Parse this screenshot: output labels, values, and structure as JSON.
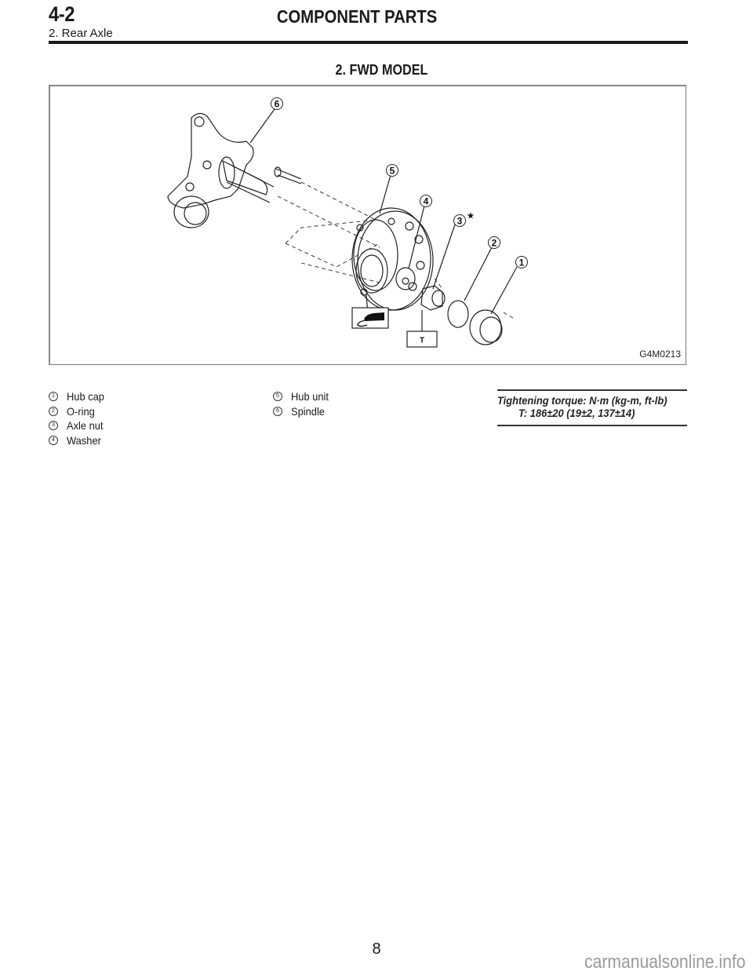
{
  "header": {
    "section_number": "4-2",
    "title": "COMPONENT PARTS",
    "subtitle": "2. Rear Axle"
  },
  "section": {
    "title": "2.  FWD MODEL"
  },
  "figure": {
    "id": "G4M0213",
    "callouts": [
      "1",
      "2",
      "3",
      "4",
      "5",
      "6"
    ],
    "star_marker": "★",
    "torque_box_label": "T",
    "icons": [
      "grease-applicator-icon"
    ]
  },
  "legend": {
    "col1": [
      {
        "num": "1",
        "label": "Hub cap"
      },
      {
        "num": "2",
        "label": "O-ring"
      },
      {
        "num": "3",
        "label": "Axle nut"
      },
      {
        "num": "4",
        "label": "Washer"
      }
    ],
    "col2": [
      {
        "num": "5",
        "label": "Hub unit"
      },
      {
        "num": "6",
        "label": "Spindle"
      }
    ]
  },
  "torque": {
    "heading": "Tightening torque: N·m (kg-m, ft-lb)",
    "value": "T: 186±20 (19±2, 137±14)"
  },
  "footer": {
    "page_number": "8",
    "watermark": "carmanualsonline.info"
  }
}
